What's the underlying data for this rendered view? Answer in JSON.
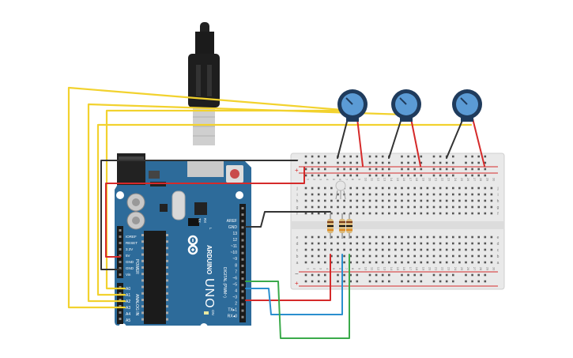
{
  "arduino": {
    "brand": "ARDUINO",
    "model": "UNO",
    "tx_label": "TX",
    "rx_label": "RX",
    "on_label": "ON",
    "l_label": "L",
    "aref": "AREF",
    "gnd": "GND",
    "digital_pins": [
      "13",
      "12",
      "~11",
      "~10",
      "~9",
      "8",
      "7",
      "~6",
      "~5",
      "4",
      "~3",
      "2",
      "TX▸1",
      "RX◂0"
    ],
    "digital_label": "DIGITAL (PWM~)",
    "power_pins": [
      "IOREF",
      "RESET",
      "3.3V",
      "5V",
      "GND",
      "GND",
      "Vin"
    ],
    "power_label": "POWER",
    "analog_pins": [
      "A0",
      "A1",
      "A2",
      "A3",
      "A4",
      "A5"
    ],
    "analog_label": "ANALOG IN"
  },
  "breadboard": {
    "column_numbers": [
      "1",
      "2",
      "3",
      "4",
      "5",
      "6",
      "7",
      "8",
      "9",
      "10",
      "11",
      "12",
      "13",
      "14",
      "15",
      "16",
      "17",
      "18",
      "19",
      "20",
      "21",
      "22",
      "23",
      "24",
      "25",
      "26",
      "27",
      "28",
      "29",
      "30"
    ],
    "rows_top": [
      "j",
      "i",
      "h",
      "g",
      "f"
    ],
    "rows_bottom": [
      "e",
      "d",
      "c",
      "b",
      "a"
    ],
    "rail_minus": "−",
    "rail_plus": "+"
  },
  "potentiometers": [
    "pot-1",
    "pot-2",
    "pot-3"
  ],
  "colors": {
    "board": "#2d6b9a",
    "breadboard": "#e8e8e8",
    "wire_yellow": "#f2d22e",
    "wire_black": "#333333",
    "wire_red": "#d52a2a",
    "wire_blue": "#2a8fcf",
    "wire_green": "#3aaa4a",
    "pot_knob": "#5b9bd5"
  }
}
